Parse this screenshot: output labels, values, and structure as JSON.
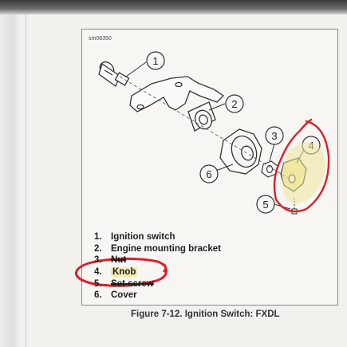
{
  "figure": {
    "id": "sm08350",
    "callouts": [
      "1",
      "2",
      "3",
      "4",
      "5",
      "6"
    ],
    "caption": "Figure 7-12. Ignition Switch: FXDL"
  },
  "legend": [
    {
      "num": "1.",
      "label": "Ignition switch"
    },
    {
      "num": "2.",
      "label": "Engine mounting bracket"
    },
    {
      "num": "3.",
      "label": "Nut"
    },
    {
      "num": "4.",
      "label": "Knob"
    },
    {
      "num": "5.",
      "label": "Set screw"
    },
    {
      "num": "6.",
      "label": "Cover"
    }
  ],
  "annotations": {
    "circle_color": "#d8202a",
    "highlight_color": "#efe59a",
    "circled_part": "4"
  }
}
